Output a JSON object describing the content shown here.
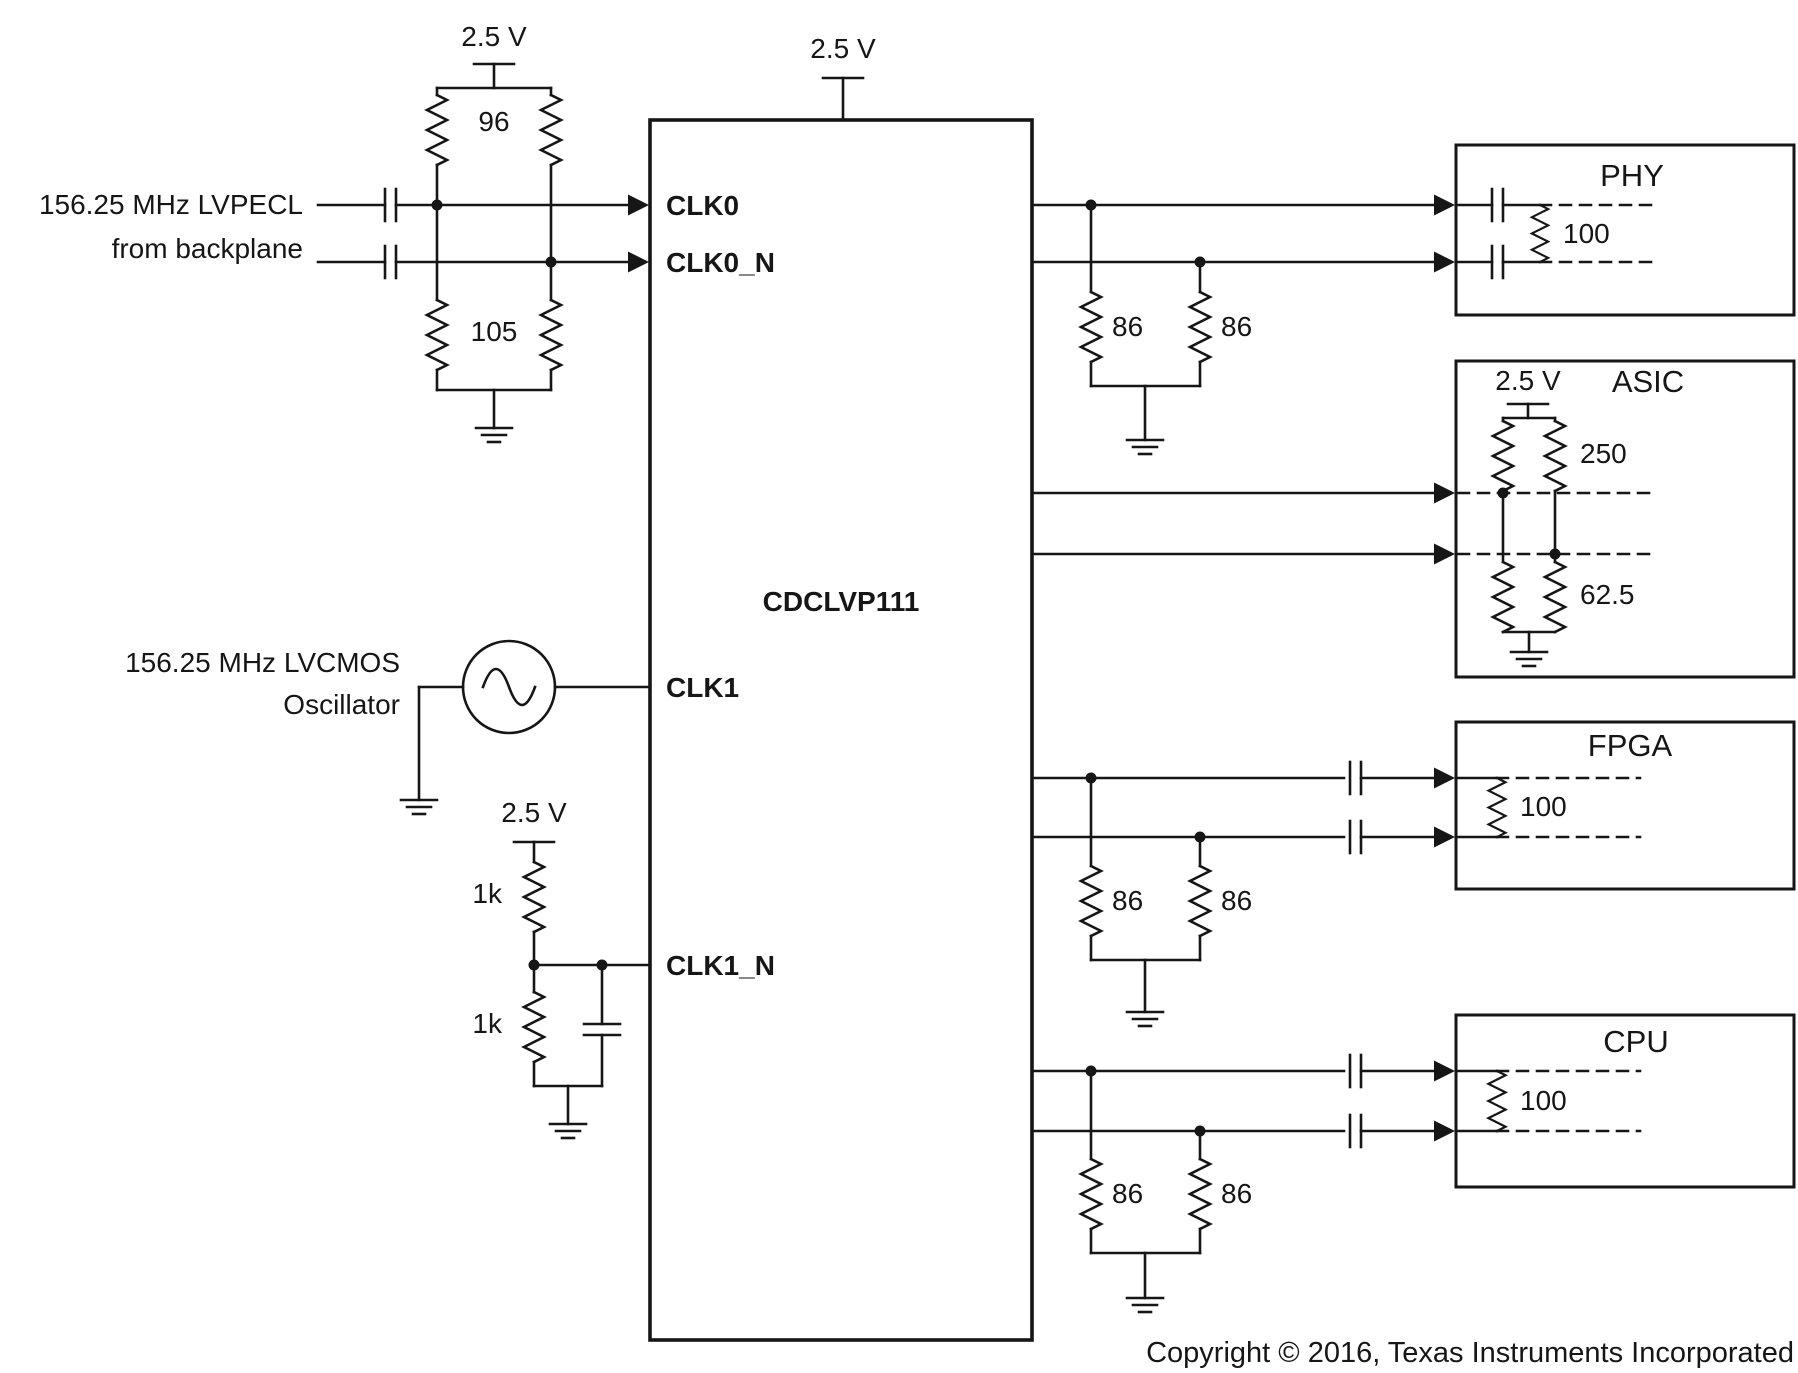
{
  "device": {
    "part": "CDCLVP111",
    "supply": "2.5 V"
  },
  "pins": {
    "clk0": "CLK0",
    "clk0_n": "CLK0_N",
    "clk1": "CLK1",
    "clk1_n": "CLK1_N"
  },
  "lvpecl_input": {
    "source_line1": "156.25 MHz LVPECL",
    "source_line2": "from backplane",
    "supply": "2.5 V",
    "pullup": "96",
    "pulldown": "105"
  },
  "lvcmos_input": {
    "source_line1": "156.25 MHz LVCMOS",
    "source_line2": "Oscillator"
  },
  "clk1n_bias": {
    "supply": "2.5 V",
    "r_upper": "1k",
    "r_lower": "1k"
  },
  "terminations": {
    "phy": {
      "r1": "86",
      "r2": "86"
    },
    "fpga": {
      "r1": "86",
      "r2": "86"
    },
    "cpu": {
      "r1": "86",
      "r2": "86"
    }
  },
  "loads": {
    "phy": {
      "name": "PHY",
      "termination": "100"
    },
    "asic": {
      "name": "ASIC",
      "supply": "2.5 V",
      "pullup": "250",
      "pulldown": "62.5"
    },
    "fpga": {
      "name": "FPGA",
      "termination": "100"
    },
    "cpu": {
      "name": "CPU",
      "termination": "100"
    }
  },
  "footer": {
    "copyright": "Copyright © 2016, Texas Instruments Incorporated"
  },
  "colors": {
    "ink": "#161616",
    "background": "#ffffff"
  }
}
